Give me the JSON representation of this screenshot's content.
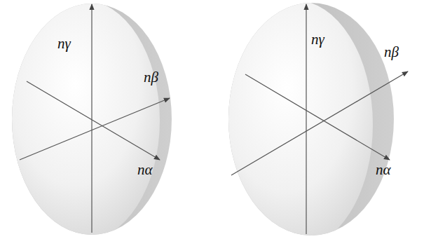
{
  "diagram": {
    "labels": [
      "nγ",
      "nβ",
      "nα",
      "nγ",
      "nβ",
      "nα"
    ]
  }
}
